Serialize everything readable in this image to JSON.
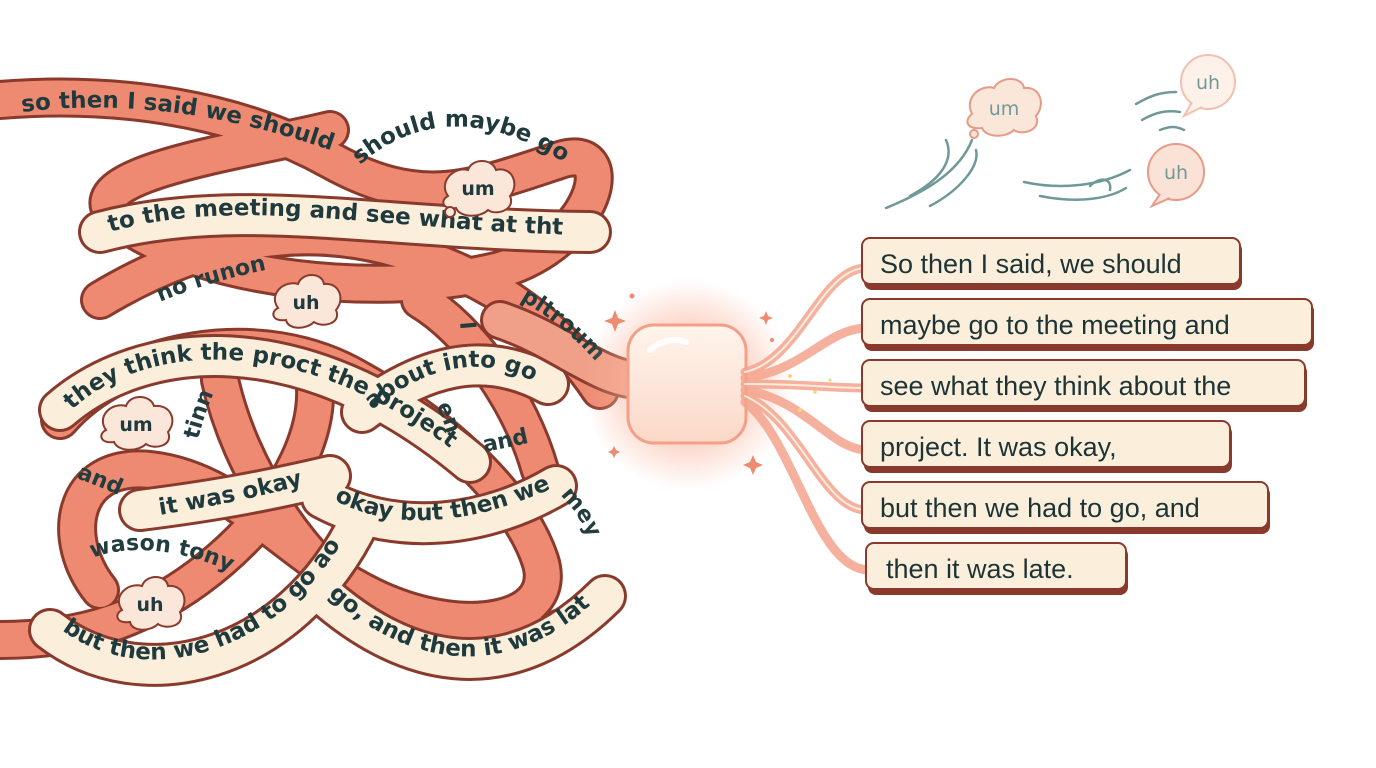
{
  "tangled_ribbons": [
    "so then I said we should",
    "should maybe go",
    "to the meeting and see what at tht",
    "no runon",
    "they think the proct the project",
    "about into go",
    "pltroum",
    "I",
    "tinn",
    "en",
    "and",
    "it was okay",
    "okay but then we",
    "and",
    "mey",
    "wason tony",
    "but then we had to go ao",
    "go, and then it was late"
  ],
  "filler_bubbles_left": [
    "um",
    "uh",
    "um",
    "uh"
  ],
  "filler_bubbles_right": [
    "um",
    "uh",
    "uh"
  ],
  "output_lines": [
    "So then I said, we should",
    "maybe go to the meeting and",
    "see what they think about the",
    "project. It was okay,",
    "but then we had to go, and",
    "then it was late."
  ],
  "colors": {
    "ribbon_salmon": "#ee8a72",
    "ribbon_cream": "#fbefdc",
    "ribbon_outline": "#8a3a2c",
    "text_dark": "#1f3a3d",
    "wind_teal": "#6f9a98",
    "core_glow": "#f7b9a4"
  }
}
